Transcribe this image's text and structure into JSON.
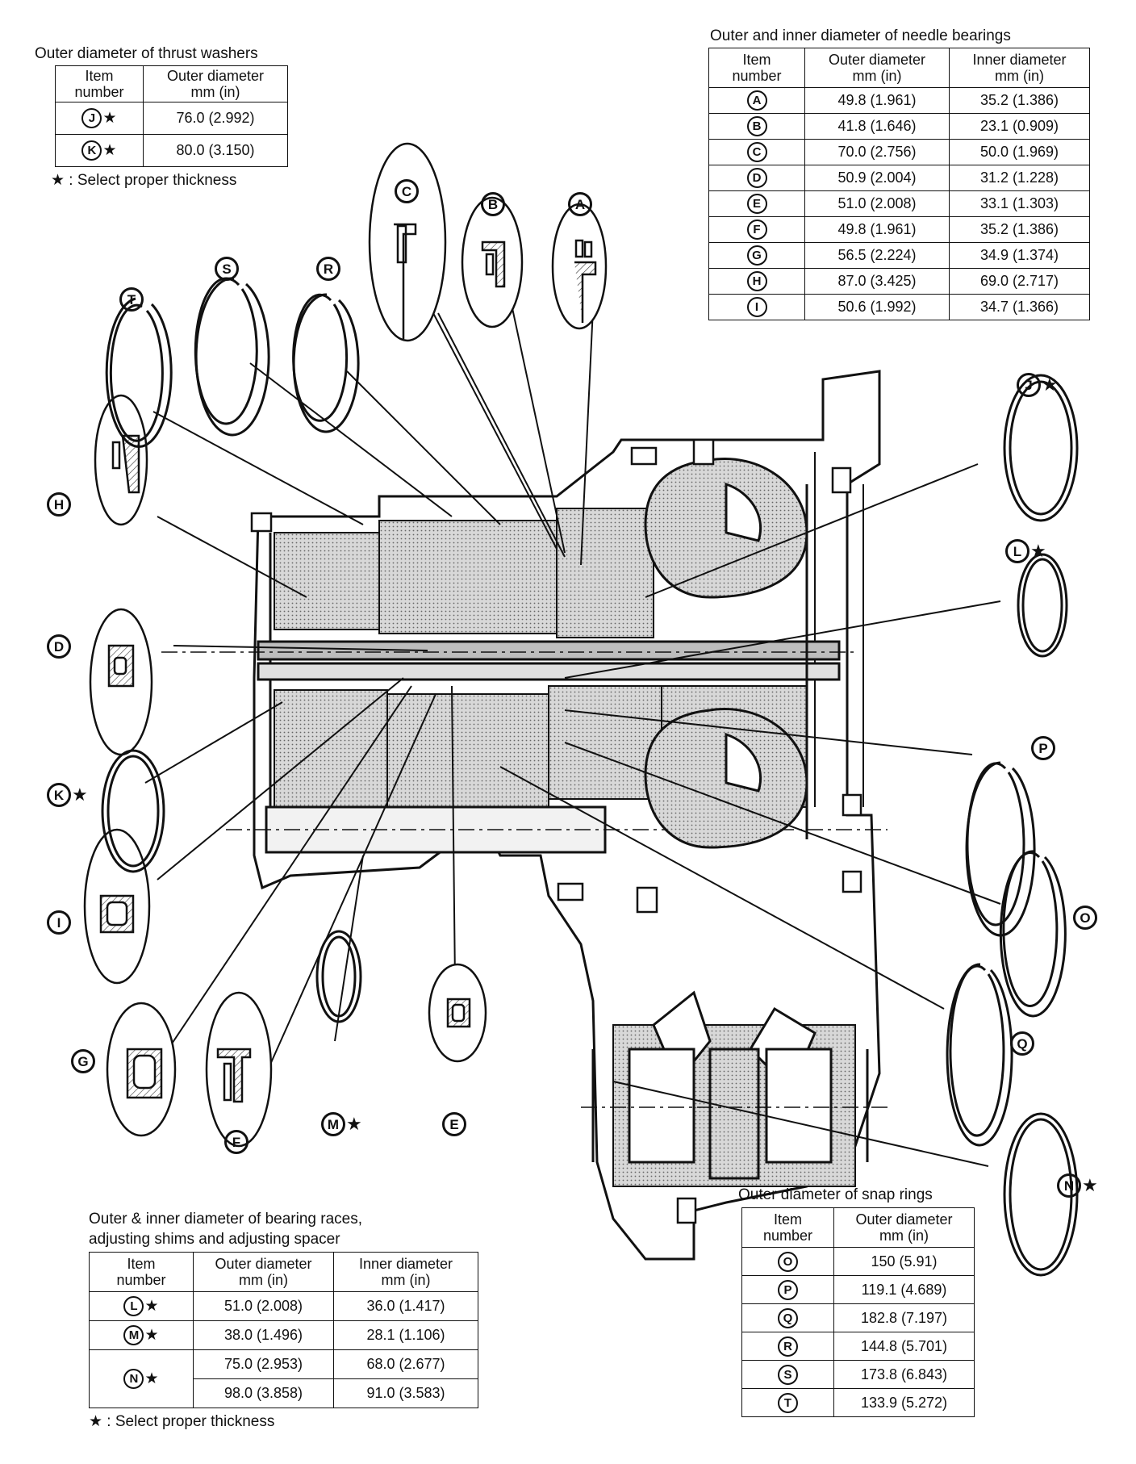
{
  "thrust_washers": {
    "title": "Outer diameter of thrust washers",
    "headers": [
      "Item\nnumber",
      "Outer diameter\nmm (in)"
    ],
    "rows": [
      {
        "item": "J",
        "star": "★",
        "outer": "76.0 (2.992)"
      },
      {
        "item": "K",
        "star": "★",
        "outer": "80.0 (3.150)"
      }
    ],
    "note": "★ : Select proper thickness"
  },
  "needle_bearings": {
    "title": "Outer and inner diameter of needle bearings",
    "headers": [
      "Item\nnumber",
      "Outer diameter\nmm (in)",
      "Inner diameter\nmm (in)"
    ],
    "rows": [
      {
        "item": "A",
        "outer": "49.8 (1.961)",
        "inner": "35.2 (1.386)"
      },
      {
        "item": "B",
        "outer": "41.8 (1.646)",
        "inner": "23.1 (0.909)"
      },
      {
        "item": "C",
        "outer": "70.0 (2.756)",
        "inner": "50.0 (1.969)"
      },
      {
        "item": "D",
        "outer": "50.9 (2.004)",
        "inner": "31.2 (1.228)"
      },
      {
        "item": "E",
        "outer": "51.0 (2.008)",
        "inner": "33.1 (1.303)"
      },
      {
        "item": "F",
        "outer": "49.8 (1.961)",
        "inner": "35.2 (1.386)"
      },
      {
        "item": "G",
        "outer": "56.5 (2.224)",
        "inner": "34.9 (1.374)"
      },
      {
        "item": "H",
        "outer": "87.0 (3.425)",
        "inner": "69.0 (2.717)"
      },
      {
        "item": "I",
        "outer": "50.6 (1.992)",
        "inner": "34.7 (1.366)"
      }
    ]
  },
  "bearing_races": {
    "title_line1": "Outer & inner diameter of bearing races,",
    "title_line2": "adjusting shims and adjusting spacer",
    "headers": [
      "Item\nnumber",
      "Outer diameter\nmm (in)",
      "Inner diameter\nmm (in)"
    ],
    "rows": [
      {
        "item": "L",
        "star": "★",
        "values": [
          [
            "51.0 (2.008)",
            "36.0 (1.417)"
          ]
        ]
      },
      {
        "item": "M",
        "star": "★",
        "values": [
          [
            "38.0 (1.496)",
            "28.1 (1.106)"
          ]
        ]
      },
      {
        "item": "N",
        "star": "★",
        "values": [
          [
            "75.0 (2.953)",
            "68.0 (2.677)"
          ],
          [
            "98.0 (3.858)",
            "91.0 (3.583)"
          ]
        ]
      }
    ],
    "note": "★ : Select proper thickness"
  },
  "snap_rings": {
    "title": "Outer diameter of snap rings",
    "headers": [
      "Item\nnumber",
      "Outer diameter\nmm (in)"
    ],
    "rows": [
      {
        "item": "O",
        "outer": "150 (5.91)"
      },
      {
        "item": "P",
        "outer": "119.1 (4.689)"
      },
      {
        "item": "Q",
        "outer": "182.8 (7.197)"
      },
      {
        "item": "R",
        "outer": "144.8 (5.701)"
      },
      {
        "item": "S",
        "outer": "173.8 (6.843)"
      },
      {
        "item": "T",
        "outer": "133.9 (5.272)"
      }
    ]
  },
  "callouts": [
    {
      "id": "C",
      "star": ""
    },
    {
      "id": "B",
      "star": ""
    },
    {
      "id": "A",
      "star": ""
    },
    {
      "id": "S",
      "star": ""
    },
    {
      "id": "R",
      "star": ""
    },
    {
      "id": "T",
      "star": ""
    },
    {
      "id": "H",
      "star": ""
    },
    {
      "id": "D",
      "star": ""
    },
    {
      "id": "K",
      "star": "★"
    },
    {
      "id": "I",
      "star": ""
    },
    {
      "id": "G",
      "star": ""
    },
    {
      "id": "F",
      "star": ""
    },
    {
      "id": "M",
      "star": "★"
    },
    {
      "id": "E",
      "star": ""
    },
    {
      "id": "J",
      "star": "★"
    },
    {
      "id": "L",
      "star": "★"
    },
    {
      "id": "P",
      "star": ""
    },
    {
      "id": "O",
      "star": ""
    },
    {
      "id": "Q",
      "star": ""
    },
    {
      "id": "N",
      "star": "★"
    }
  ]
}
